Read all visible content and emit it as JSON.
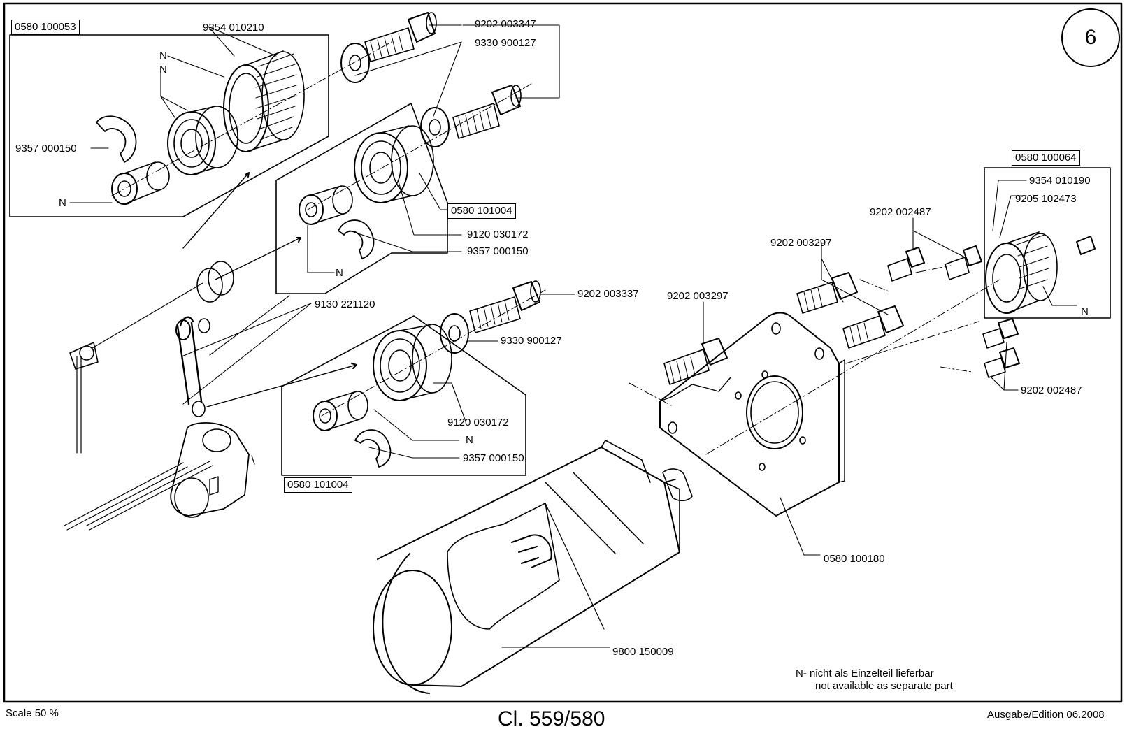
{
  "page_number": "6",
  "scale": "Scale 50 %",
  "model": "Cl. 559/580",
  "edition": "Ausgabe/Edition 06.2008",
  "note": {
    "de": "N- nicht als Einzelteil lieferbar",
    "en": "not available as separate part"
  },
  "assemblies": {
    "a1": "0580 100053",
    "a2": "0580 101004",
    "a3": "0580 101004",
    "a4": "0580 100064"
  },
  "parts": {
    "p1": "9354 010210",
    "p2": "N",
    "p3": "N",
    "p4": "9357 000150",
    "p5": "N",
    "p6": "9202 003347",
    "p7": "9330 900127",
    "p8": "9120 030172",
    "p9": "9357 000150",
    "p10": "N",
    "p11": "9130 221120",
    "p12": "9202 003337",
    "p13": "9330 900127",
    "p14": "9120 030172",
    "p15": "N",
    "p16": "9357 000150",
    "p17": "9202 002487",
    "p18": "9202 003297",
    "p19": "9202 003297",
    "p20": "9354 010190",
    "p21": "9205 102473",
    "p22": "N",
    "p23": "9202 002487",
    "p24": "0580 100180",
    "p25": "9800 150009"
  }
}
